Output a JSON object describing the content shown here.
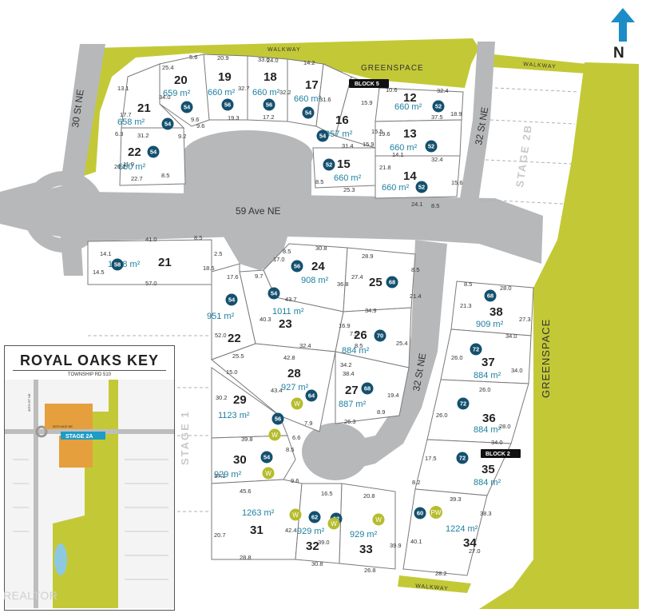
{
  "map": {
    "streets": {
      "ave59": "59 Ave NE",
      "st32_north": "32 St NE",
      "st32_south": "32 St NE",
      "st30": "30 St NE"
    },
    "labels": {
      "greenspace_top": "GREENSPACE",
      "greenspace_right": "GREENSPACE",
      "walkway_top": "WALKWAY",
      "walkway_right": "WALKWAY",
      "walkway_bottom": "WALKWAY",
      "stage_2b": "STAGE 2B",
      "stage_1": "STAGE 1",
      "block5": "BLOCK 5",
      "block2": "BLOCK 2"
    },
    "north": "N",
    "lots": [
      {
        "id": "20",
        "area": "659 m²",
        "badge": "54"
      },
      {
        "id": "19",
        "area": "660 m²",
        "badge": "56"
      },
      {
        "id": "18",
        "area": "660 m²",
        "badge": "56"
      },
      {
        "id": "17",
        "area": "660 m²",
        "badge": "54"
      },
      {
        "id": "21",
        "area": "658 m²",
        "badge": "54"
      },
      {
        "id": "22",
        "area": "660 m²",
        "badge": "54"
      },
      {
        "id": "16",
        "area": "657 m²",
        "badge": "54"
      },
      {
        "id": "15",
        "area": "660 m²",
        "badge": "52"
      },
      {
        "id": "12",
        "area": "660 m²",
        "badge": "52"
      },
      {
        "id": "13",
        "area": "660 m²",
        "badge": "52"
      },
      {
        "id": "14",
        "area": "660 m²",
        "badge": "52"
      },
      {
        "id": "21",
        "area": "1328 m²",
        "badge": "58"
      },
      {
        "id": "24",
        "area": "908 m²",
        "badge": "56"
      },
      {
        "id": "25",
        "area": "",
        "badge": "68"
      },
      {
        "id": "22",
        "area": "951 m²",
        "badge": "54"
      },
      {
        "id": "23",
        "area": "1011 m²",
        "badge": "54"
      },
      {
        "id": "26",
        "area": "884 m²",
        "badge": "70"
      },
      {
        "id": "28",
        "area": "927 m²",
        "badge": "64"
      },
      {
        "id": "27",
        "area": "887 m²",
        "badge": "68"
      },
      {
        "id": "29",
        "area": "1123 m²",
        "badge": "56"
      },
      {
        "id": "30",
        "area": "929 m²",
        "badge": "54"
      },
      {
        "id": "31",
        "area": "1263 m²",
        "badge": ""
      },
      {
        "id": "32",
        "area": "929 m²",
        "badge": "62"
      },
      {
        "id": "33",
        "area": "929 m²",
        "badge": "62"
      },
      {
        "id": "38",
        "area": "909 m²",
        "badge": "68"
      },
      {
        "id": "37",
        "area": "884 m²",
        "badge": "72"
      },
      {
        "id": "36",
        "area": "884 m²",
        "badge": "72"
      },
      {
        "id": "35",
        "area": "884 m²",
        "badge": "72"
      },
      {
        "id": "34",
        "area": "1224 m²",
        "badge": "60"
      }
    ],
    "w_badge": "W",
    "pw_badge": "PW",
    "dims": [
      "25.4",
      "5.6",
      "20.9",
      "33.0",
      "24.0",
      "14.2",
      "13.1",
      "34.0",
      "32.7",
      "32.2",
      "31.6",
      "17.7",
      "9.6",
      "19.3",
      "17.2",
      "15.9",
      "10.6",
      "32.4",
      "6.3",
      "31.2",
      "11.9",
      "9.2",
      "9.6",
      "15.5",
      "15.9",
      "18.9",
      "37.5",
      "20.2",
      "8.5",
      "22.7",
      "31.4",
      "19.6",
      "14.1",
      "32.4",
      "25.3",
      "21.8",
      "15.6",
      "8.5",
      "24.1",
      "8.5",
      "41.0",
      "8.5",
      "14.1",
      "14.5",
      "57.0",
      "18.5",
      "2.5",
      "17.6",
      "9.7",
      "17.0",
      "8.5",
      "30.8",
      "28.9",
      "8.5",
      "36.8",
      "27.4",
      "43.7",
      "21.4",
      "40.3",
      "52.0",
      "34.9",
      "16.9",
      "7.5",
      "32.4",
      "25.4",
      "25.5",
      "42.8",
      "8.5",
      "34.2",
      "15.0",
      "38.4",
      "43.4",
      "19.4",
      "30.2",
      "26.3",
      "8.9",
      "7.9",
      "6.6",
      "39.8",
      "8.5",
      "37.1",
      "45.6",
      "9.6",
      "16.5",
      "20.8",
      "42.4",
      "39.0",
      "39.9",
      "20.7",
      "28.8",
      "30.8",
      "26.8",
      "8.5",
      "28.0",
      "21.3",
      "27.3",
      "34.0",
      "26.0",
      "34.0",
      "26.0",
      "26.0",
      "28.0",
      "34.0",
      "17.5",
      "8.2",
      "39.3",
      "38.3",
      "40.1",
      "27.0",
      "28.2"
    ]
  },
  "key": {
    "title": "ROYAL OAKS KEY",
    "subtitle": "TOWNSHIP RD 510",
    "stage": "STAGE 2A",
    "street1": "59TH AVE NE",
    "street2": "30TH ST NE"
  },
  "watermark": "REALTOR"
}
